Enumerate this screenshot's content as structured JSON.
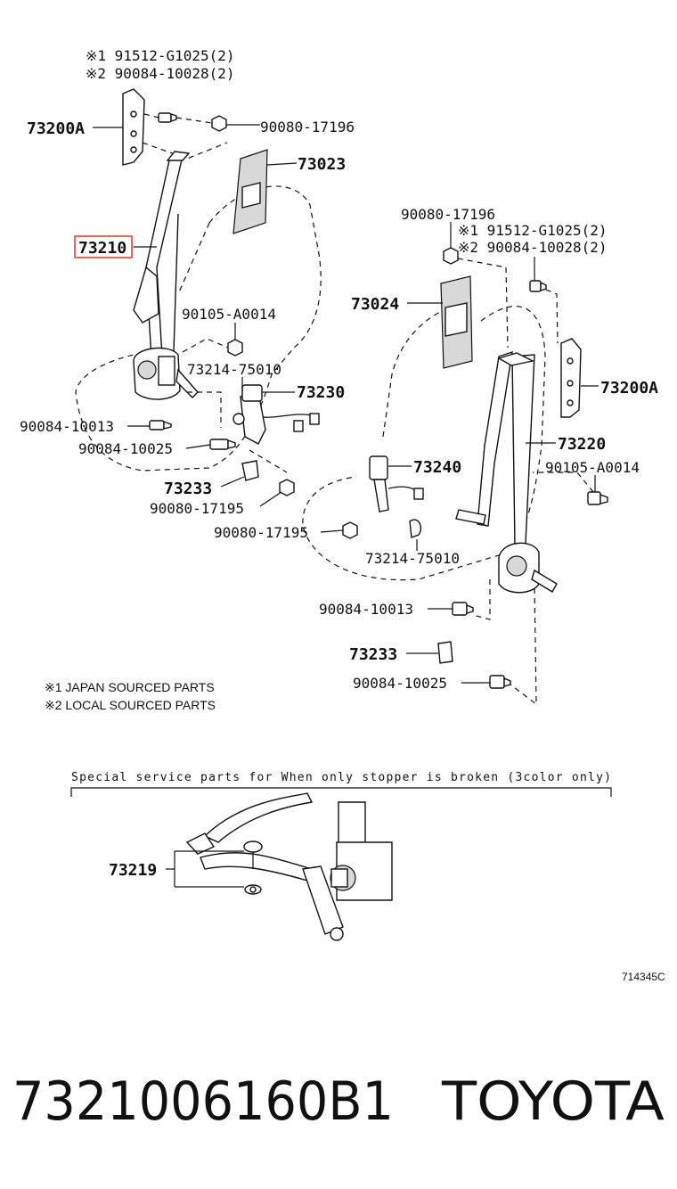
{
  "labels": {
    "top_note1": "※1 91512-G1025(2)",
    "top_note2": "※2 90084-10028(2)",
    "l_73200A": "73200A",
    "l_90080_17196_top": "90080-17196",
    "l_73023": "73023",
    "l_73210": "73210",
    "l_90105_A0014_left": "90105-A0014",
    "l_73214_75010_left": "73214-75010",
    "l_73230": "73230",
    "l_90084_10013_left": "90084-10013",
    "l_90084_10025_left": "90084-10025",
    "l_73233_left": "73233",
    "l_90080_17195_left": "90080-17195",
    "r_90080_17196": "90080-17196",
    "r_note1": "※1 91512-G1025(2)",
    "r_note2": "※2 90084-10028(2)",
    "r_73024": "73024",
    "r_73200A": "73200A",
    "r_73220": "73220",
    "r_90105_A0014": "90105-A0014",
    "r_73240": "73240",
    "r_90080_17195": "90080-17195",
    "r_73214_75010": "73214-75010",
    "r_90084_10013": "90084-10013",
    "r_73233": "73233",
    "r_90084_10025": "90084-10025",
    "legend1": "※1  JAPAN SOURCED PARTS",
    "legend2": "※2  LOCAL SOURCED PARTS",
    "banner": "Special service parts for When only stopper is broken (3color only)",
    "l_73219": "73219",
    "figure_code": "714345C",
    "footer_part": "7321006160B1",
    "footer_brand": "TOYOTA"
  },
  "colors": {
    "highlight": "#e04040",
    "ink": "#111111",
    "background": "#ffffff"
  }
}
